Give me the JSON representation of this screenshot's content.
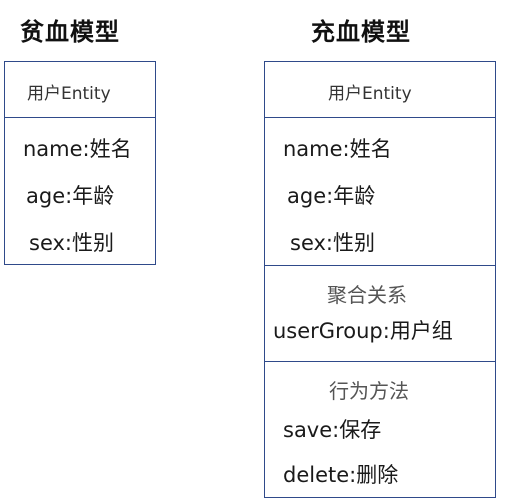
{
  "anemic": {
    "title": "贫血模型",
    "entity": "用户Entity",
    "attributes": [
      "name:姓名",
      "age:年龄",
      "sex:性别"
    ]
  },
  "rich": {
    "title": "充血模型",
    "entity": "用户Entity",
    "attributes": [
      "name:姓名",
      "age:年龄",
      "sex:性别"
    ],
    "aggregation": {
      "title": "聚合关系",
      "items": [
        "userGroup:用户组"
      ]
    },
    "behavior": {
      "title": "行为方法",
      "items": [
        "save:保存",
        "delete:删除"
      ]
    }
  }
}
